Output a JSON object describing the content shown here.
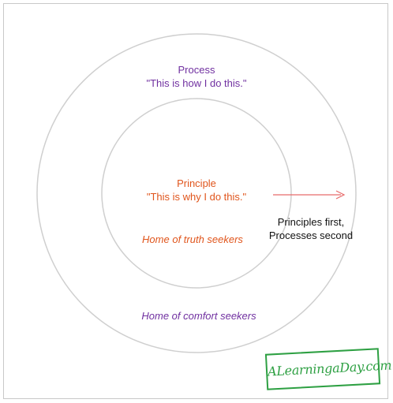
{
  "outer_ring": {
    "title": "Process",
    "quote": "\"This is how I do this.\"",
    "tagline": "Home of comfort seekers"
  },
  "inner_ring": {
    "title": "Principle",
    "quote": "\"This is why I do this.\"",
    "tagline": "Home of truth seekers"
  },
  "annotation": {
    "line1": "Principles first,",
    "line2": "Processes second"
  },
  "logo": {
    "text": "ALearningaDay.com"
  },
  "colors": {
    "process": "#7030a0",
    "principle": "#e0551c",
    "arrow": "#e86a6a",
    "logo": "#2ea043",
    "ring": "#c8c8c8"
  }
}
